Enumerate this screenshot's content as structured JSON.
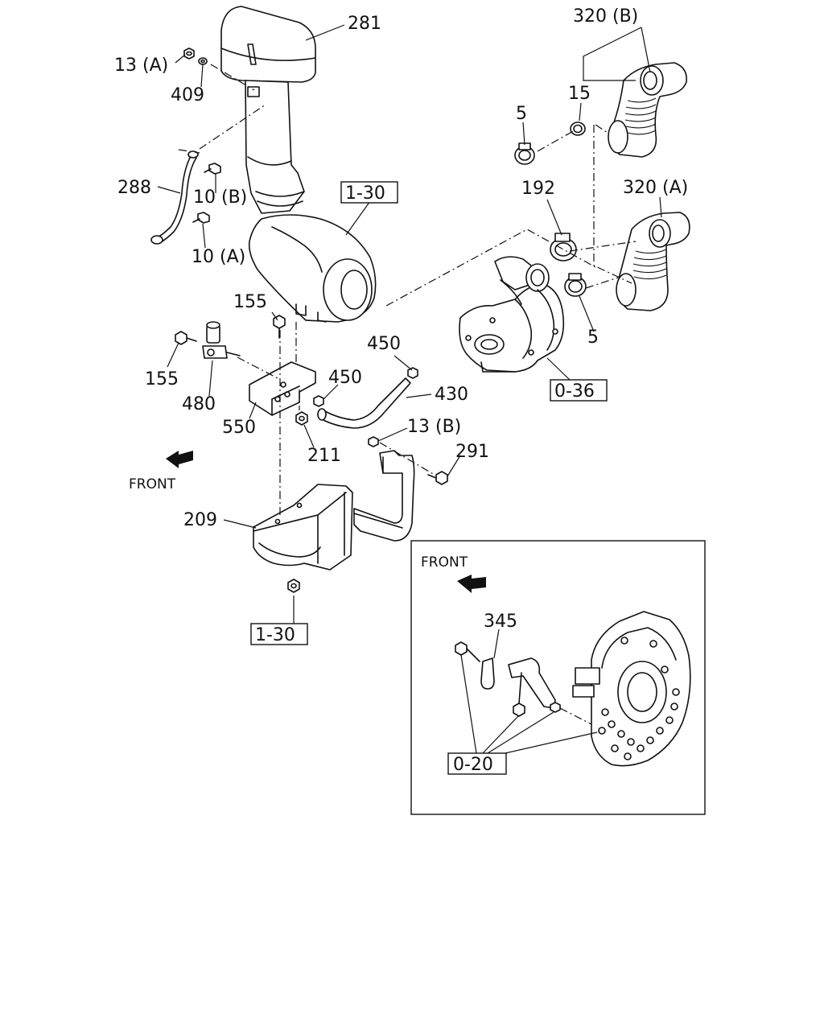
{
  "callouts": {
    "p281": "281",
    "p13a": "13 (A)",
    "p409": "409",
    "p288": "288",
    "p10b": "10 (B)",
    "p10a": "10 (A)",
    "p320b": "320 (B)",
    "p15": "15",
    "p5_top": "5",
    "p192": "192",
    "p320a": "320 (A)",
    "p5_bot": "5",
    "p155_top": "155",
    "p155_left": "155",
    "p480": "480",
    "p550": "550",
    "p450_top": "450",
    "p450_mid": "450",
    "p430": "430",
    "p211": "211",
    "p13b": "13 (B)",
    "p291": "291",
    "p209": "209",
    "p345": "345"
  },
  "references": {
    "ref_1_30_top": "1-30",
    "ref_0_36": "0-36",
    "ref_1_30_bottom": "1-30",
    "ref_0_20": "0-20"
  },
  "front_labels": {
    "main": "FRONT",
    "inset": "FRONT"
  },
  "colors": {
    "ink": "#111111",
    "paper": "#ffffff"
  }
}
